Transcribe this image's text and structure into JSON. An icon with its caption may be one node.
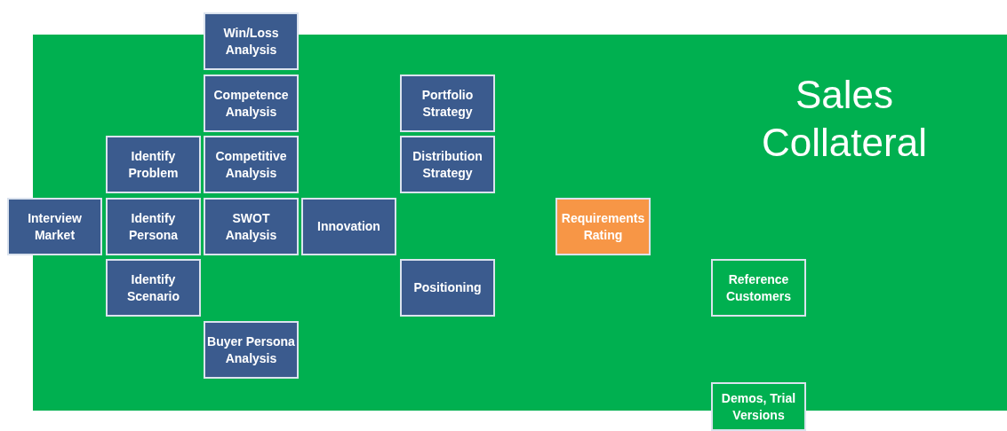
{
  "diagram": {
    "title": "Sales Collateral",
    "nodes": [
      {
        "text": [
          "Win/Loss Analysis"
        ]
      },
      {
        "text": [
          "Competence Analysis"
        ]
      },
      {
        "text": [
          "Portfolio Strategy"
        ]
      },
      {
        "text": [
          "Identify Problem"
        ]
      },
      {
        "text": [
          "Competitive Analysis"
        ]
      },
      {
        "text": [
          "Distribution Strategy"
        ]
      },
      {
        "text": [
          "Interview Market"
        ]
      },
      {
        "text": [
          "Identify Persona"
        ]
      },
      {
        "text": [
          "SWOT Analysis"
        ]
      },
      {
        "text": [
          "Innovation"
        ]
      },
      {
        "text": [
          "Requirements Rating"
        ]
      },
      {
        "text": [
          "Identify Scenario"
        ]
      },
      {
        "text": [
          "Positioning"
        ]
      },
      {
        "text": [
          "Reference Customers"
        ]
      },
      {
        "text": [
          "Buyer Persona Analysis"
        ]
      },
      {
        "text": [
          "Demos, Trial Versions"
        ]
      }
    ]
  }
}
